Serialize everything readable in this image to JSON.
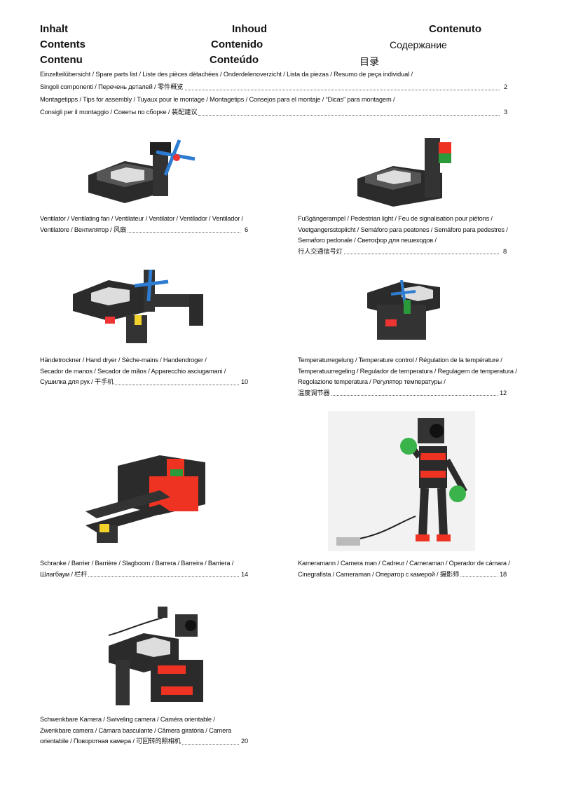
{
  "headers": [
    {
      "text": "Inhalt"
    },
    {
      "text": "Inhoud"
    },
    {
      "text": "Contenuto"
    },
    {
      "text": "Contents"
    },
    {
      "text": "Contenido"
    },
    {
      "text": "Содержание"
    },
    {
      "text": "Contenu"
    },
    {
      "text": "Conteúdo"
    },
    {
      "text": "目录"
    }
  ],
  "toc": [
    {
      "line1": "Einzelteilübersicht / Spare parts list / Liste des pièces détachées / Onderdelenoverzicht / Lista da piezas / Resumo de peça individual /",
      "line2": "Singoli componenti / Перечень деталей / 零件概览",
      "page": "2"
    },
    {
      "line1": "Montagetipps / Tips for assembly / Tuyaux pour le montage / Montagetips / Consejos para el montaje / “Dicas” para montagem /",
      "line2": "Consigli per il montaggio / Советы по сборке / 装配建议",
      "page": "3"
    }
  ],
  "models": [
    {
      "lines": [
        "Ventilator / Ventilating fan / Ventilateur / Ventilator / Ventilador / Ventilador /",
        "Ventilatore / Вентилятор / 风扇"
      ],
      "page": "6"
    },
    {
      "lines": [
        "Fußgängerampel / Pedestrian light / Feu de signalisation pour piétons /",
        "Voetgangersstoplicht / Semáforo para peatones / Semáforo para pedestres /",
        "Semaforo pedonale / Светофор для пешеходов /",
        "行人交通信号灯"
      ],
      "page": "8"
    },
    {
      "lines": [
        "Händetrockner / Hand dryer / Sèche-mains / Handendroger /",
        "Secador de manos / Secador de mãos / Apparecchio asciugamani /",
        "Сушилка для рук / 干手机"
      ],
      "page": "10"
    },
    {
      "lines": [
        "Temperaturregelung / Temperature control / Régulation de la température /",
        "Temperatuurregeling / Regulador de temperatura / Regulagem de temperatura /",
        "Regolazione temperatura / Регулятор температуры /",
        "温度调节器"
      ],
      "page": "12"
    },
    {
      "lines": [
        "Schranke / Barrier / Barrière / Slagboom / Barrera / Barreira / Barriera /",
        "Шлагбаум / 栏杆"
      ],
      "page": "14"
    },
    {
      "lines": [
        "Kameramann / Camera man / Cadreur / Cameraman / Operador de cámara /",
        "Cinegrafista / Cameraman / Оператор с камерой / 摄影师"
      ],
      "page": "18"
    },
    {
      "lines": [
        "Schwenkbare Kamera / Swiveling camera / Caméra orientable /",
        "Zwenkbare camera / Cámara basculante / Câmera giratória / Camera",
        "orientabile / Поворотная камера / 可回转的照相机"
      ],
      "page": "20"
    }
  ]
}
